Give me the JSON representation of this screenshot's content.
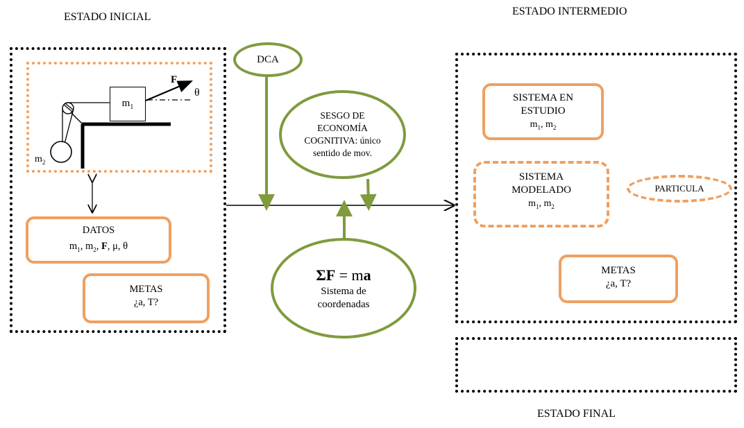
{
  "titles": {
    "initial": "ESTADO INICIAL",
    "intermediate": "ESTADO INTERMEDIO",
    "final": "ESTADO FINAL"
  },
  "initial": {
    "figure": {
      "m1": "m",
      "m1_sub": "1",
      "m2": "m",
      "m2_sub": "2",
      "force": "F",
      "angle": "θ"
    },
    "datos": {
      "title": "DATOS",
      "values": [
        "m",
        "1",
        ", m",
        "2",
        ", ",
        "F",
        ", μ, θ"
      ]
    },
    "metas": {
      "title": "METAS",
      "values": "¿a, T?"
    }
  },
  "middle": {
    "dca": "DCA",
    "sesgo": [
      "SESGO DE",
      "ECONOMÍA",
      "COGNITIVA: único",
      "sentido de mov."
    ],
    "law": {
      "sigma": "ΣF",
      "eq": " = m",
      "a": "a",
      "line2": "Sistema de",
      "line3": "coordenadas"
    }
  },
  "intermediate": {
    "sistema_estudio": {
      "line1": "SISTEMA EN",
      "line2": "ESTUDIO",
      "vals": [
        "m",
        "1",
        ", m",
        "2"
      ]
    },
    "sistema_modelado": {
      "line1": "SISTEMA",
      "line2": "MODELADO",
      "vals": [
        "m",
        "1",
        ", m",
        "2"
      ]
    },
    "particula": "PARTICULA",
    "metas": {
      "title": "METAS",
      "values": "¿a, T?"
    }
  },
  "colors": {
    "orange": "#f0a060",
    "green": "#7f9b3e",
    "black": "#000000"
  }
}
